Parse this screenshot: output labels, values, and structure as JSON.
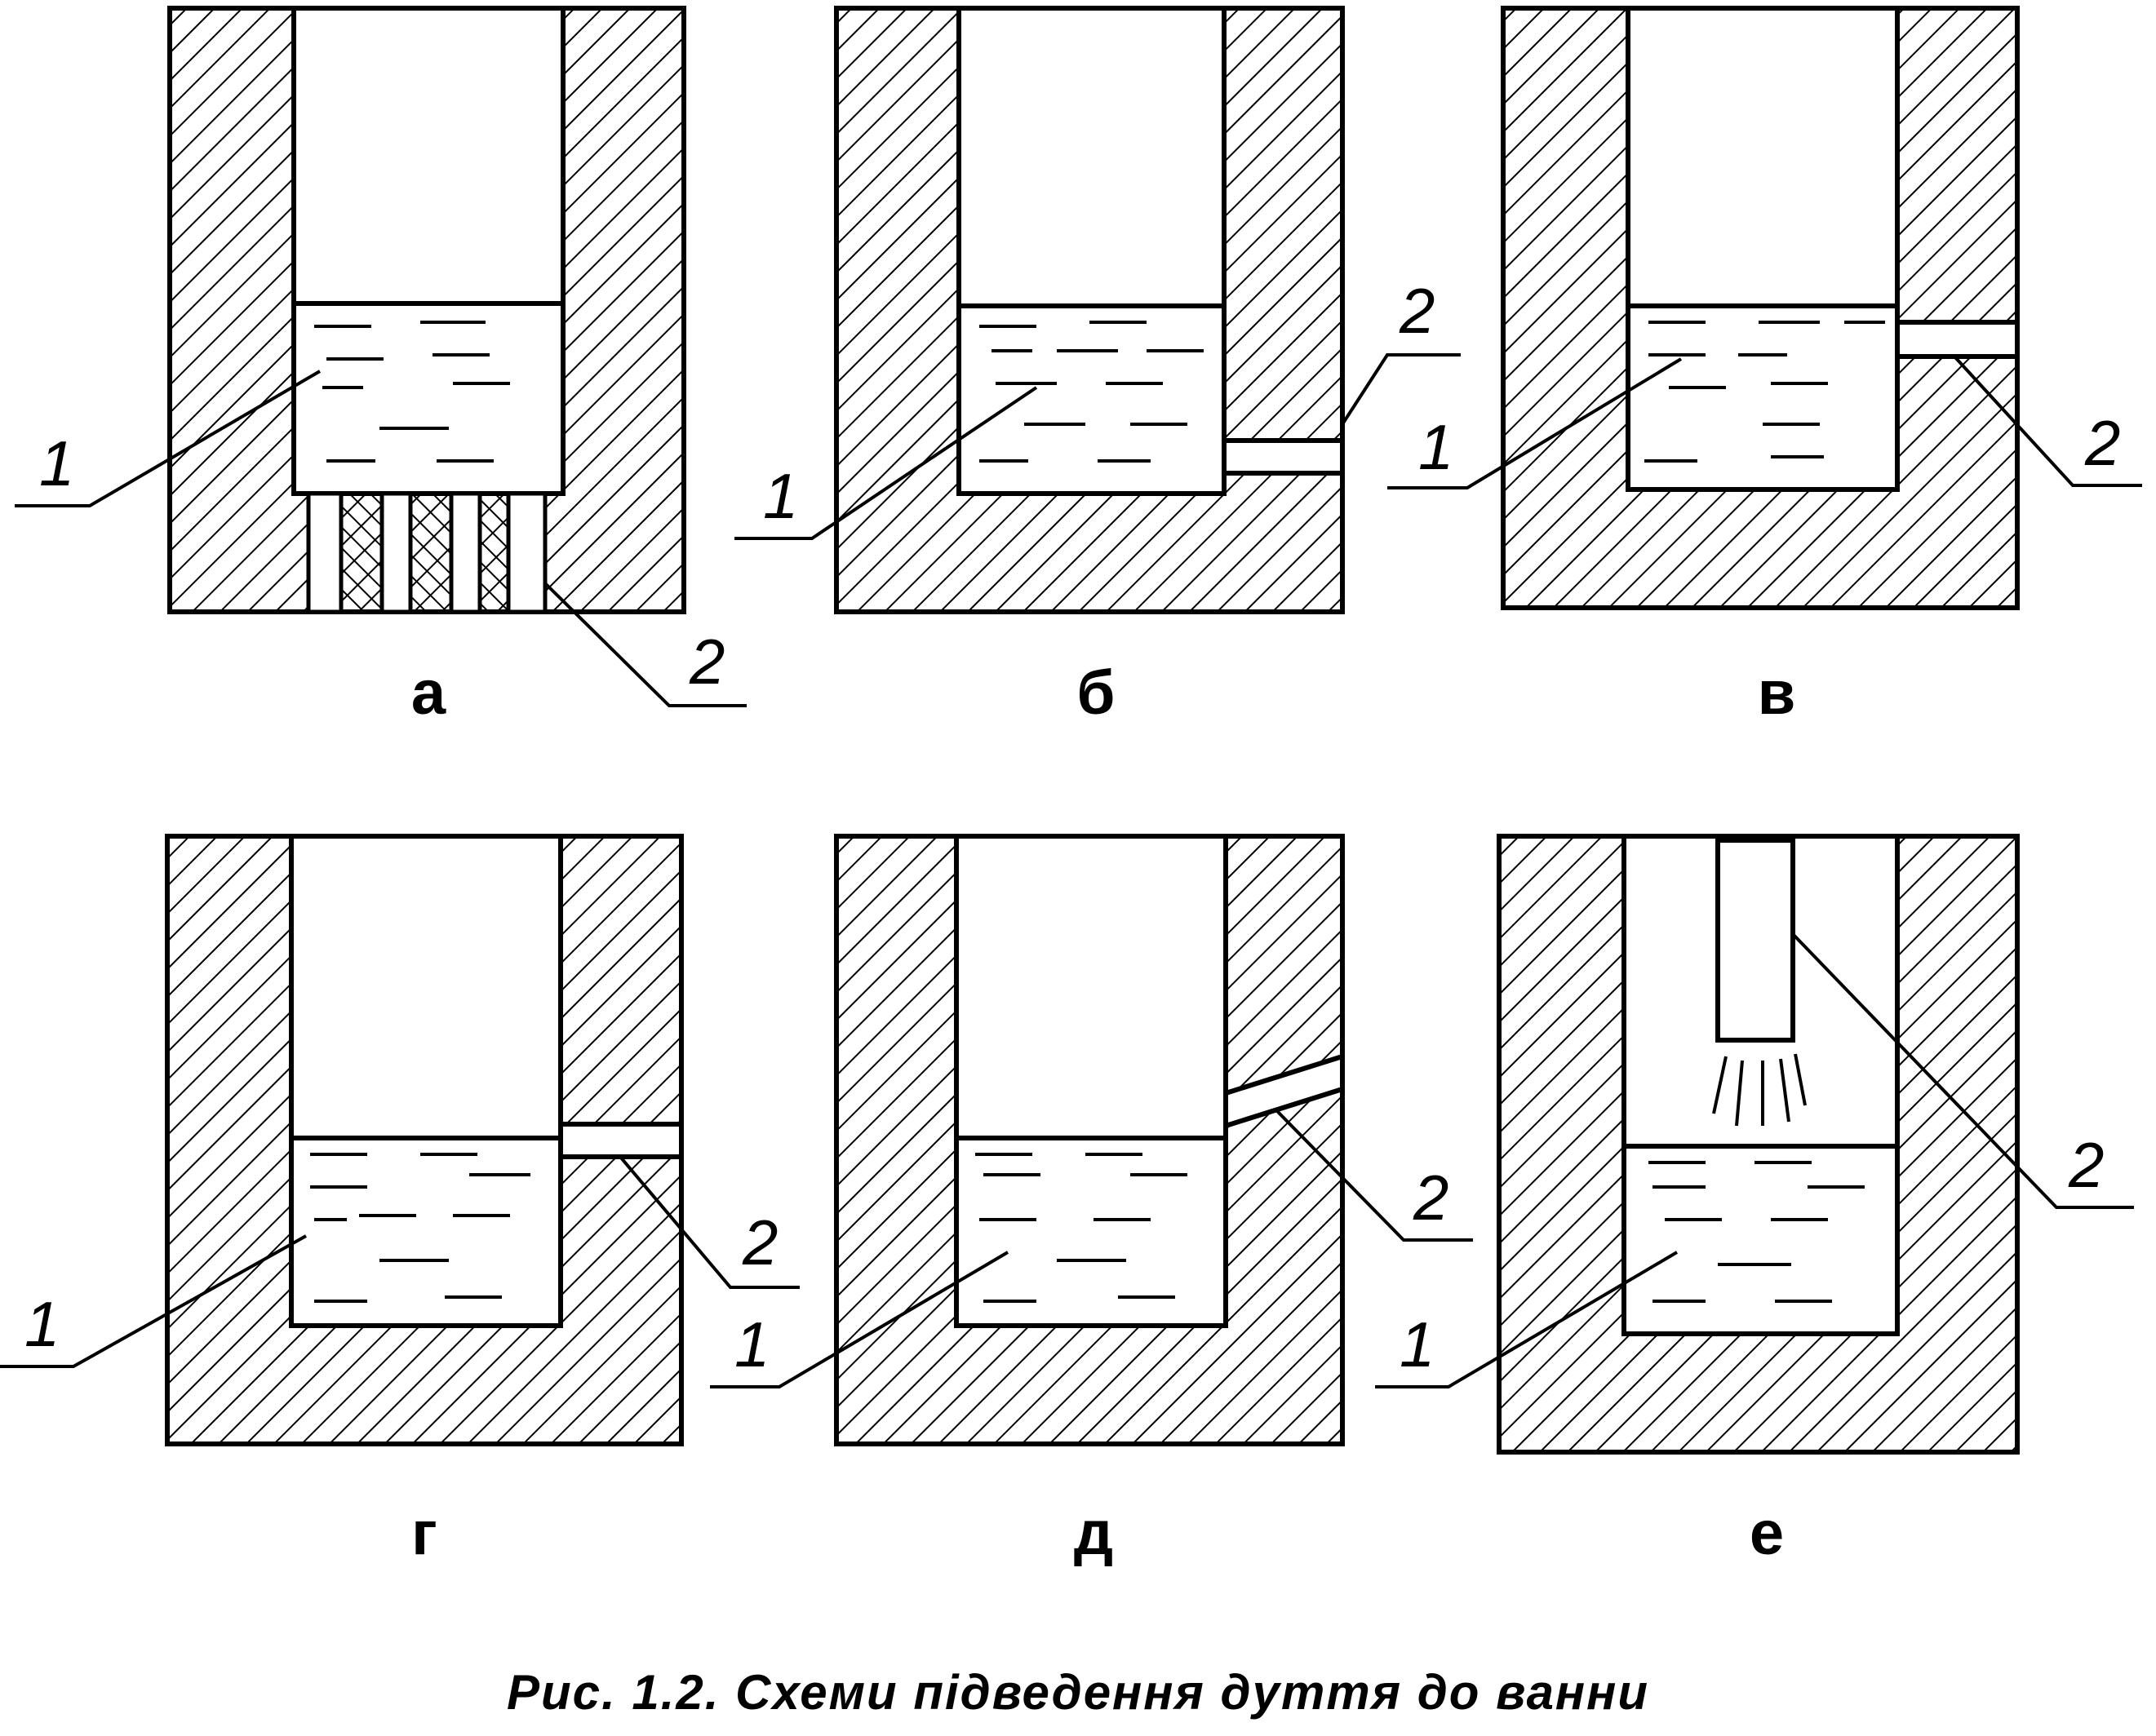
{
  "panels": [
    {
      "id": "a",
      "letter": "а",
      "variant": "bottom-tuyeres",
      "callout_1": "1",
      "callout_2": "2"
    },
    {
      "id": "b",
      "letter": "б",
      "variant": "side-at-bottom",
      "callout_1": "1",
      "callout_2": "2"
    },
    {
      "id": "v",
      "letter": "в",
      "variant": "side-at-surface",
      "callout_1": "1",
      "callout_2": "2"
    },
    {
      "id": "g",
      "letter": "г",
      "variant": "side-at-surface",
      "callout_1": "1",
      "callout_2": "2"
    },
    {
      "id": "d",
      "letter": "д",
      "variant": "inclined-side",
      "callout_1": "1",
      "callout_2": "2"
    },
    {
      "id": "e",
      "letter": "е",
      "variant": "top-lance",
      "callout_1": "1",
      "callout_2": "2"
    }
  ],
  "caption": "Рис. 1.2. Схеми підведення дуття до ванни",
  "colors": {
    "ink": "#000000",
    "paper": "#ffffff"
  }
}
